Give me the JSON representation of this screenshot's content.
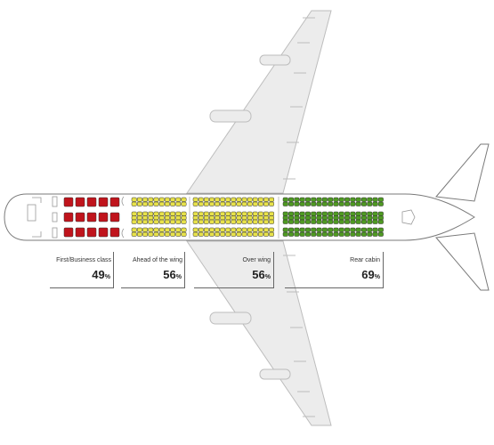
{
  "colors": {
    "outline": "#7a7a7a",
    "wing_fill": "#ececec",
    "wing_stroke": "#bdbdbd",
    "first_class": "#c0141c",
    "ahead_of_wing": "#e8e24a",
    "over_wing": "#e8e24a",
    "rear_cabin": "#4f9a22",
    "seat_stroke": "#333333"
  },
  "sections": [
    {
      "id": "first",
      "label": "First/Business class",
      "value": 49,
      "unit": "%",
      "color_key": "first_class"
    },
    {
      "id": "ahead",
      "label": "Ahead of the wing",
      "value": 56,
      "unit": "%",
      "color_key": "ahead_of_wing"
    },
    {
      "id": "over",
      "label": "Over wing",
      "value": 56,
      "unit": "%",
      "color_key": "over_wing"
    },
    {
      "id": "rear",
      "label": "Rear cabin",
      "value": 69,
      "unit": "%",
      "color_key": "rear_cabin"
    }
  ]
}
